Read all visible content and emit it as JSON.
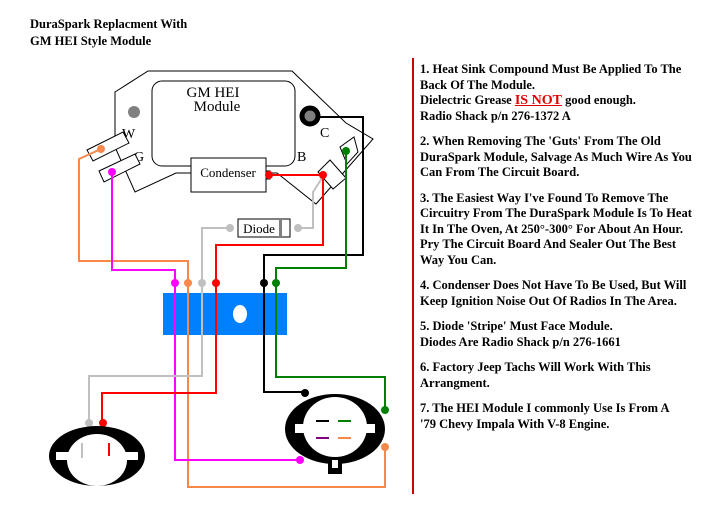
{
  "title": {
    "line1": "DuraSpark Replacment With",
    "line2": "GM HEI Style Module"
  },
  "diagram": {
    "module_label_line1": "GM HEI",
    "module_label_line2": "Module",
    "terminal_w": "W",
    "terminal_g": "G",
    "terminal_b": "B",
    "terminal_c": "C",
    "condenser_label": "Condenser",
    "diode_label": "Diode",
    "wire_colors": {
      "orange": "#f7884a",
      "magenta": "#ff00ff",
      "gray": "#c0c0c0",
      "red": "#ff0000",
      "black": "#000000",
      "green": "#008000",
      "purple": "#800080"
    },
    "connector_block_color": "#0080ff"
  },
  "notes": [
    {
      "lines": [
        "1. Heat Sink Compound Must Be Applied To The",
        "Back Of The Module."
      ],
      "warn_prefix": "Dielectric Grease ",
      "warn": "IS NOT",
      "warn_suffix": " good enough.",
      "extra": "Radio Shack p/n 276-1372 A"
    },
    {
      "lines": [
        "2. When Removing The 'Guts' From The Old",
        "DuraSpark Module, Salvage As Much Wire As You",
        "Can From The Circuit Board."
      ]
    },
    {
      "lines": [
        "3. The Easiest Way I've Found To Remove The",
        "Circuitry From The DuraSpark Module Is To Heat",
        "It In The Oven, At 250°-300° For About An Hour.",
        "Pry The Circuit Board And Sealer Out The Best",
        "Way You Can."
      ]
    },
    {
      "lines": [
        "4. Condenser Does Not Have To Be Used, But Will",
        "Keep Ignition Noise Out Of Radios In The Area."
      ]
    },
    {
      "lines": [
        "5. Diode 'Stripe' Must Face Module.",
        "Diodes Are Radio Shack p/n 276-1661"
      ]
    },
    {
      "lines": [
        "6. Factory Jeep Tachs Will Work With This",
        "Arrangment."
      ]
    },
    {
      "lines": [
        "7. The HEI Module I commonly Use Is From A",
        "'79 Chevy Impala With V-8 Engine."
      ]
    }
  ]
}
